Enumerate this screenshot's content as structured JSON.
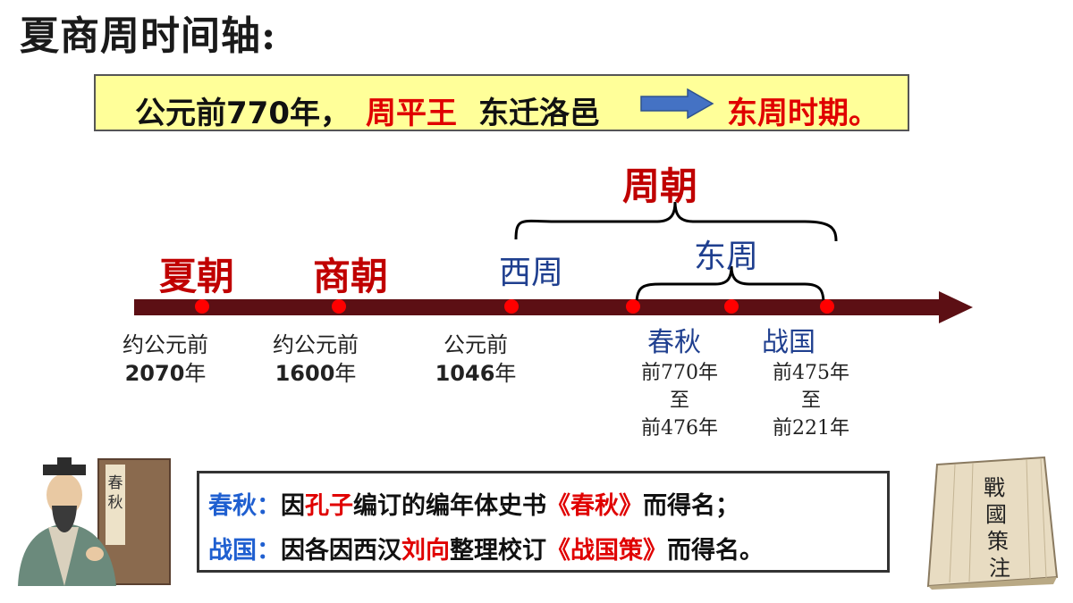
{
  "title": "夏商周时间轴:",
  "banner": {
    "part1": "公元前770年，",
    "part2": "周平王",
    "part3": "东迁洛邑",
    "part4": "东周时期。"
  },
  "timeline": {
    "dynasties": {
      "xia": "夏朝",
      "shang": "商朝",
      "zhou": "周朝"
    },
    "sub_periods": {
      "xizhou": "西周",
      "dongzhou": "东周",
      "chunqiu": "春秋",
      "zhanguo": "战国"
    },
    "dates": {
      "xia_prefix": "约公元前",
      "xia_year": "2070",
      "shang_prefix": "约公元前",
      "shang_year": "1600",
      "zhou_prefix": "公元前",
      "zhou_year": "1046",
      "year_suffix": "年",
      "chunqiu_start": "前770年",
      "chunqiu_to": "至",
      "chunqiu_end": "前476年",
      "zhanguo_start": "前475年",
      "zhanguo_to": "至",
      "zhanguo_end": "前221年"
    },
    "colors": {
      "axis": "#5c0f14",
      "dot": "#ff0000",
      "dynasty": "#c00000",
      "sub": "#1f3f8f"
    }
  },
  "info": {
    "line1": {
      "label": "春秋：",
      "t1": "因",
      "name": "孔子",
      "t2": "编订的编年体史书",
      "book": "《春秋》",
      "t3": "而得名；"
    },
    "line2": {
      "label": "战国：",
      "t1": "因各因西汉",
      "name": "刘向",
      "t2": "整理校订",
      "book": "《战国策》",
      "t3": "而得名。"
    }
  }
}
